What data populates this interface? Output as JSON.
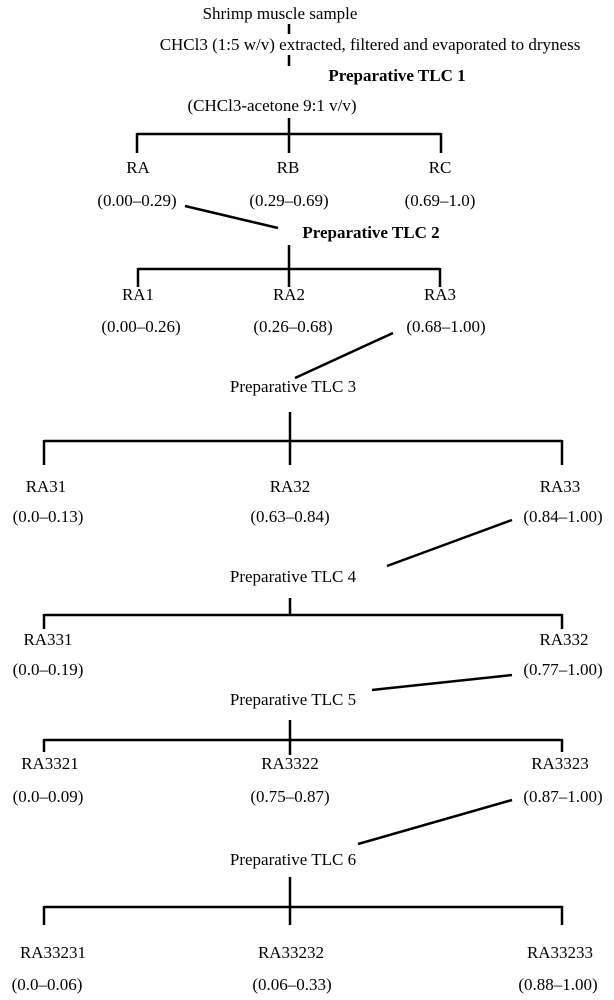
{
  "header": {
    "sample": "Shrimp muscle sample",
    "extraction": "CHCl3 (1:5 w/v) extracted, filtered and evaporated to dryness"
  },
  "tlc1": {
    "title": "Preparative TLC 1",
    "solvent": "(CHCl3-acetone 9:1 v/v)",
    "fractions": [
      {
        "name": "RA",
        "range": "(0.00–0.29)"
      },
      {
        "name": "RB",
        "range": "(0.29–0.69)"
      },
      {
        "name": "RC",
        "range": "(0.69–1.0)"
      }
    ]
  },
  "tlc2": {
    "title": "Preparative TLC 2",
    "fractions": [
      {
        "name": "RA1",
        "range": "(0.00–0.26)"
      },
      {
        "name": "RA2",
        "range": "(0.26–0.68)"
      },
      {
        "name": "RA3",
        "range": "(0.68–1.00)"
      }
    ]
  },
  "tlc3": {
    "title": "Preparative TLC 3",
    "fractions": [
      {
        "name": "RA31",
        "range": "(0.0–0.13)"
      },
      {
        "name": "RA32",
        "range": "(0.63–0.84)"
      },
      {
        "name": "RA33",
        "range": "(0.84–1.00)"
      }
    ]
  },
  "tlc4": {
    "title": "Preparative TLC 4",
    "fractions": [
      {
        "name": "RA331",
        "range": "(0.0–0.19)"
      },
      {
        "name": "RA332",
        "range": "(0.77–1.00)"
      }
    ]
  },
  "tlc5": {
    "title": "Preparative TLC 5",
    "fractions": [
      {
        "name": "RA3321",
        "range": "(0.0–0.09)"
      },
      {
        "name": "RA3322",
        "range": "(0.75–0.87)"
      },
      {
        "name": "RA3323",
        "range": "(0.87–1.00)"
      }
    ]
  },
  "tlc6": {
    "title": "Preparative TLC 6",
    "fractions": [
      {
        "name": "RA33231",
        "range": "(0.0–0.06)"
      },
      {
        "name": "RA33232",
        "range": "(0.06–0.33)"
      },
      {
        "name": "RA33233",
        "range": "(0.88–1.00)"
      }
    ]
  }
}
